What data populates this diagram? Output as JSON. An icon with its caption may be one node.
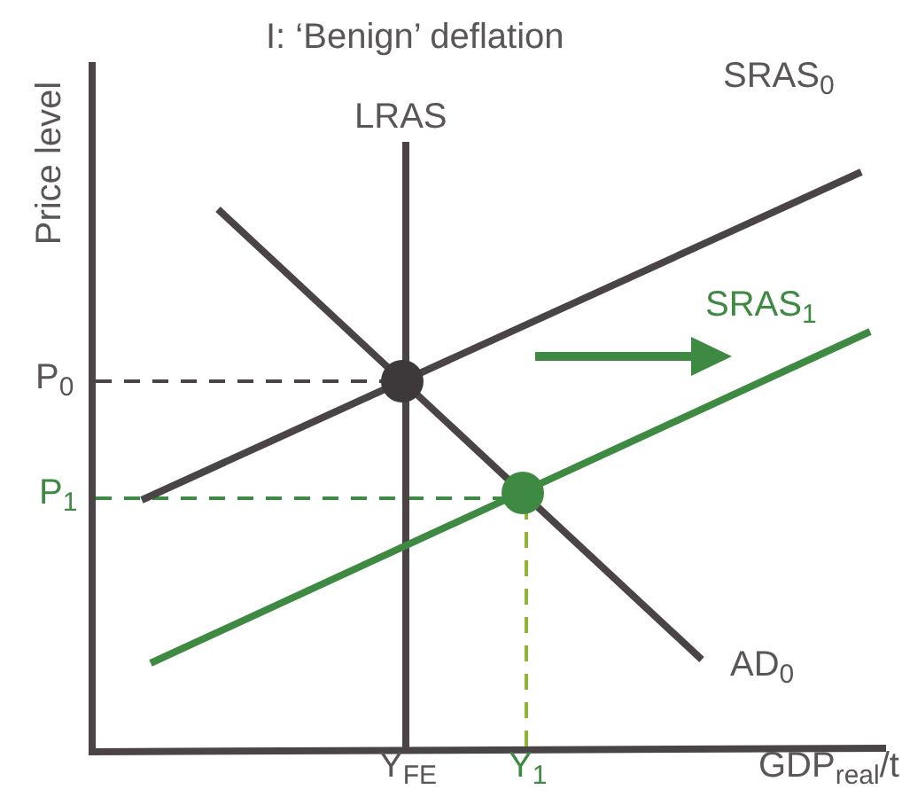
{
  "diagram": {
    "title": "I: ‘Benign’ deflation",
    "labels": [
      "LRAS",
      "SRAS$_{0}$",
      "SRAS$_{1}$",
      "AD$_{0}$",
      "P$_{0}$",
      "P$_{1}$",
      "Y$_{FE}$",
      "Y$_{1}$",
      "GDP$_{real}$/t",
      "Price level"
    ]
  }
}
